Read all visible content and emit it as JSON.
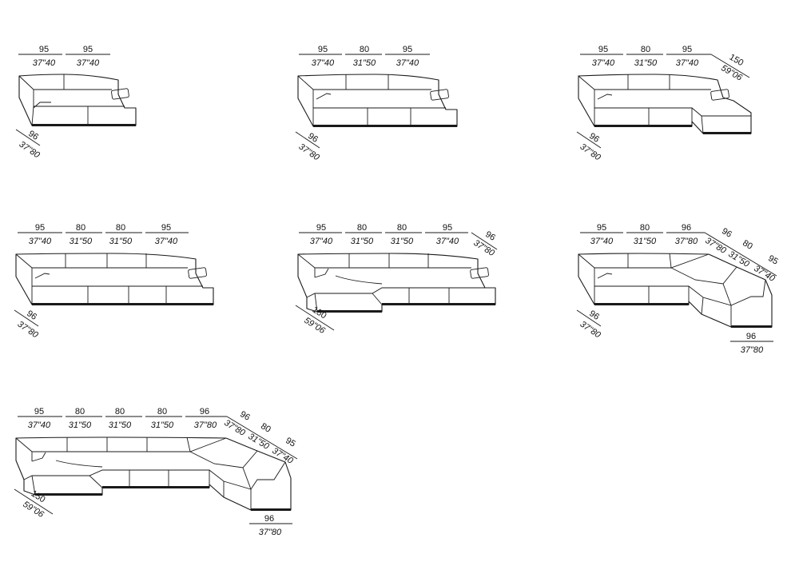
{
  "drawings": [
    {
      "name": "sofa-2-seater",
      "widths": [
        {
          "cm": "95",
          "in": "37\"40"
        },
        {
          "cm": "95",
          "in": "37\"40"
        }
      ],
      "depth": {
        "cm": "96",
        "in": "37\"80"
      }
    },
    {
      "name": "sofa-3-seater",
      "widths": [
        {
          "cm": "95",
          "in": "37\"40"
        },
        {
          "cm": "80",
          "in": "31\"50"
        },
        {
          "cm": "95",
          "in": "37\"40"
        }
      ],
      "depth": {
        "cm": "96",
        "in": "37\"80"
      }
    },
    {
      "name": "sofa-3-seater-chaise-right",
      "widths": [
        {
          "cm": "95",
          "in": "37\"40"
        },
        {
          "cm": "80",
          "in": "31\"50"
        },
        {
          "cm": "95",
          "in": "37\"40"
        }
      ],
      "side": {
        "cm": "150",
        "in": "59\"06"
      },
      "depth": {
        "cm": "96",
        "in": "37\"80"
      }
    },
    {
      "name": "sofa-4-seater",
      "widths": [
        {
          "cm": "95",
          "in": "37\"40"
        },
        {
          "cm": "80",
          "in": "31\"50"
        },
        {
          "cm": "80",
          "in": "31\"50"
        },
        {
          "cm": "95",
          "in": "37\"40"
        }
      ],
      "depth": {
        "cm": "96",
        "in": "37\"80"
      }
    },
    {
      "name": "sofa-4-seater-chaise-left",
      "widths": [
        {
          "cm": "95",
          "in": "37\"40"
        },
        {
          "cm": "80",
          "in": "31\"50"
        },
        {
          "cm": "80",
          "in": "31\"50"
        },
        {
          "cm": "95",
          "in": "37\"40"
        }
      ],
      "side": {
        "cm": "96",
        "in": "37\"80"
      },
      "chaise": {
        "cm": "150",
        "in": "59\"06"
      }
    },
    {
      "name": "corner-sofa",
      "widths": [
        {
          "cm": "95",
          "in": "37\"40"
        },
        {
          "cm": "80",
          "in": "31\"50"
        },
        {
          "cm": "96",
          "in": "37\"80"
        }
      ],
      "return": [
        {
          "cm": "96",
          "in": "37\"80"
        },
        {
          "cm": "80",
          "in": "31\"50"
        },
        {
          "cm": "95",
          "in": "37\"40"
        }
      ],
      "depth": {
        "cm": "96",
        "in": "37\"80"
      },
      "end": {
        "cm": "96",
        "in": "37\"80"
      }
    },
    {
      "name": "u-sofa",
      "widths": [
        {
          "cm": "95",
          "in": "37\"40"
        },
        {
          "cm": "80",
          "in": "31\"50"
        },
        {
          "cm": "80",
          "in": "31\"50"
        },
        {
          "cm": "80",
          "in": "31\"50"
        },
        {
          "cm": "96",
          "in": "37\"80"
        }
      ],
      "return": [
        {
          "cm": "96",
          "in": "37\"80"
        },
        {
          "cm": "80",
          "in": "31\"50"
        },
        {
          "cm": "95",
          "in": "37\"40"
        }
      ],
      "chaise": {
        "cm": "150",
        "in": "59\"06"
      },
      "end": {
        "cm": "96",
        "in": "37\"80"
      }
    }
  ]
}
